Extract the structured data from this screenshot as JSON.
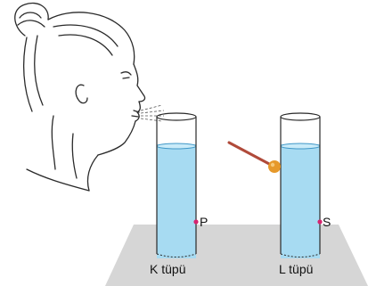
{
  "tubes": [
    {
      "label": "K tüpü",
      "point": "P"
    },
    {
      "label": "L tüpü",
      "point": "S"
    }
  ],
  "colors": {
    "water": "#a7dbf2",
    "water_edge": "#3f97c7",
    "table": "#d6d6d6",
    "point": "#d6246f",
    "ball": "#e6992a",
    "rod": "#b04a3a",
    "outline": "#2a2a2a"
  },
  "icons": [
    "woman-head-icon",
    "breath-lines-icon",
    "heated-rod-icon"
  ]
}
